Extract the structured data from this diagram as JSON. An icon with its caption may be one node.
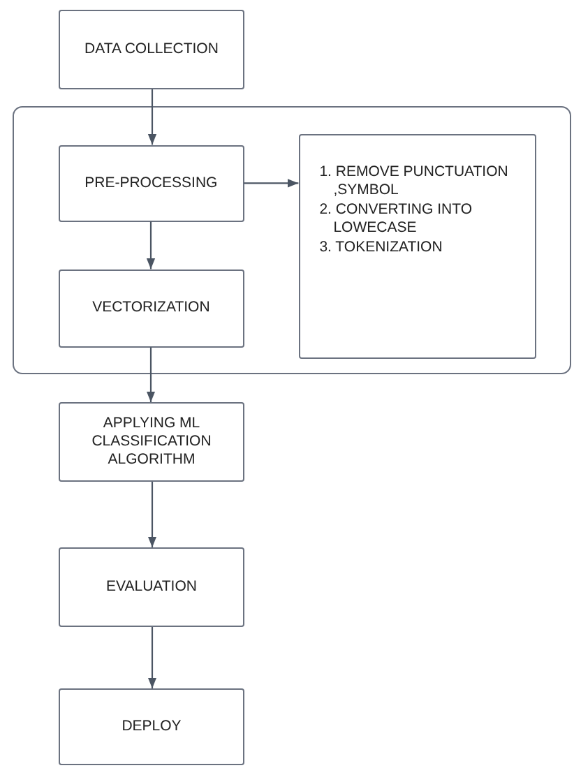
{
  "diagram": {
    "nodes": [
      {
        "text": [
          "DATA COLLECTION"
        ]
      },
      {
        "text": [],
        "shape": "box"
      },
      {
        "text": [
          "PRE-PROCESSING"
        ],
        "in": 1
      },
      {
        "text": [
          "VECTORIZATION"
        ],
        "in": 1
      },
      {
        "text": [
          "1. REMOVE PUNCTUATION ,SYMBOL",
          "2. CONVERTING INTO LOWECASE",
          "3. TOKENIZATION"
        ],
        "in": 1
      },
      {
        "text": [
          "APPLYING ML CLASSIFICATION ALGORITHM"
        ]
      },
      {
        "text": [
          "EVALUATION"
        ]
      },
      {
        "text": [
          "DEPLOY"
        ]
      }
    ],
    "edges": [
      {
        "from": 0,
        "to": 2,
        "arrow": "to"
      },
      {
        "from": 2,
        "to": 4,
        "arrow": "to"
      },
      {
        "from": 2,
        "to": 3,
        "arrow": "to"
      },
      {
        "from": 3,
        "to": 5,
        "arrow": "to"
      },
      {
        "from": 5,
        "to": 6,
        "arrow": "to"
      },
      {
        "from": 6,
        "to": 7,
        "arrow": "to"
      }
    ]
  }
}
